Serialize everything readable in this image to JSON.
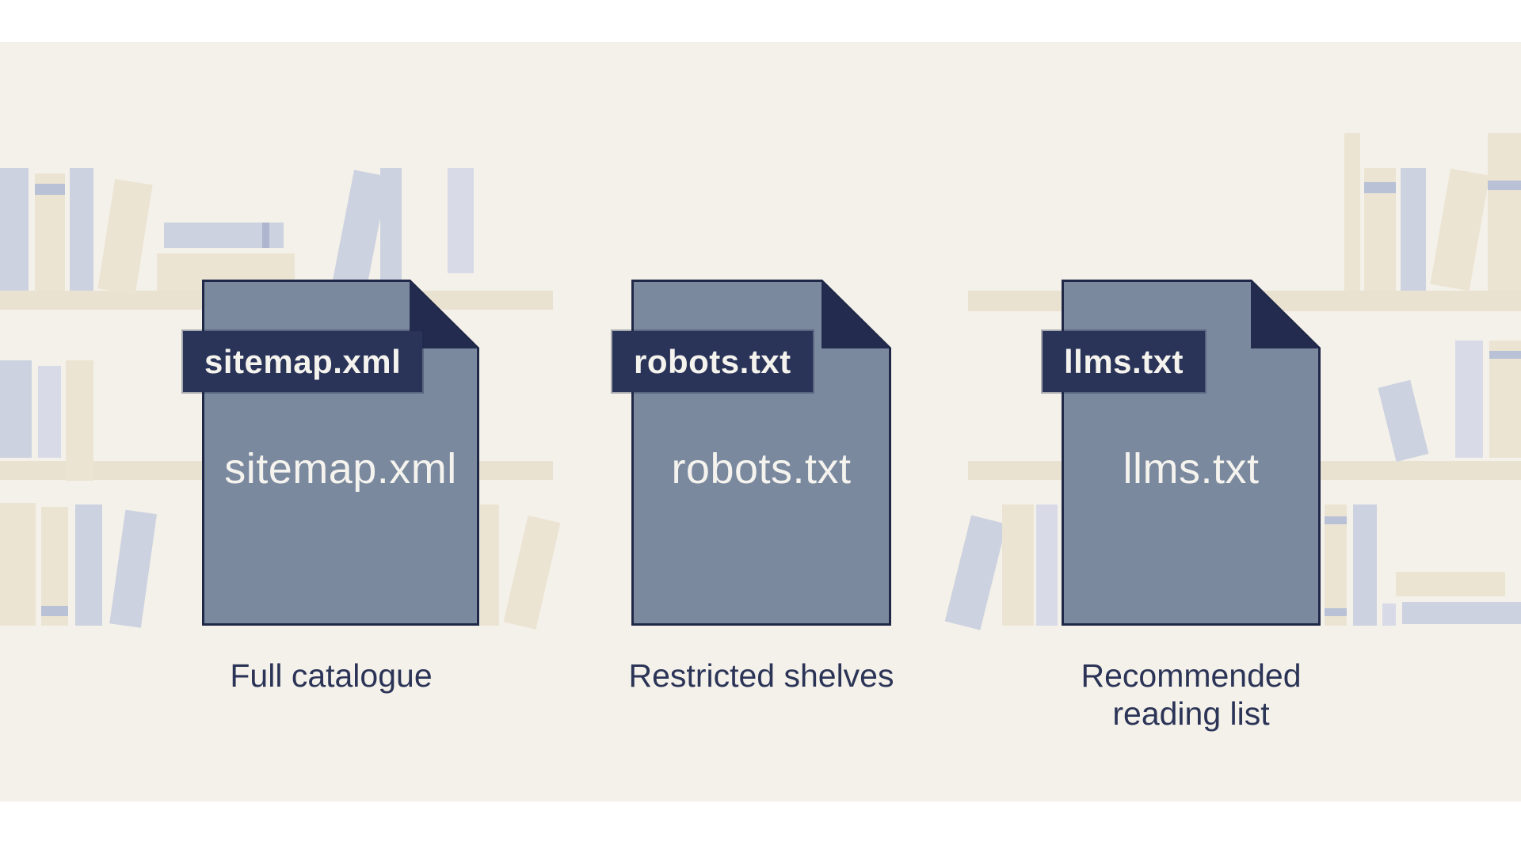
{
  "illustration": {
    "theme": "library-bookshelf",
    "colors": {
      "letterbox": "#ffffff",
      "panel_background": "#f4f1ea",
      "page_slate": "#7b899f",
      "navy_border": "#1f2847",
      "navy_fold": "#232c4f",
      "navy_tag": "#2a3458",
      "light_text": "#f5f3ee",
      "caption_text": "#2b3456",
      "shelf_cream": "#eae2d0",
      "book_cream": "#ece4d2",
      "book_blue": "#cdd2e0"
    }
  },
  "documents": [
    {
      "id": "sitemap",
      "tag_label": "sitemap.xml",
      "body_label": "sitemap.xml",
      "caption": "Full catalogue"
    },
    {
      "id": "robots",
      "tag_label": "robots.txt",
      "body_label": "robots.txt",
      "caption": "Restricted shelves"
    },
    {
      "id": "llms",
      "tag_label": "llms.txt",
      "body_label": "llms.txt",
      "caption": "Recommended reading list"
    }
  ]
}
